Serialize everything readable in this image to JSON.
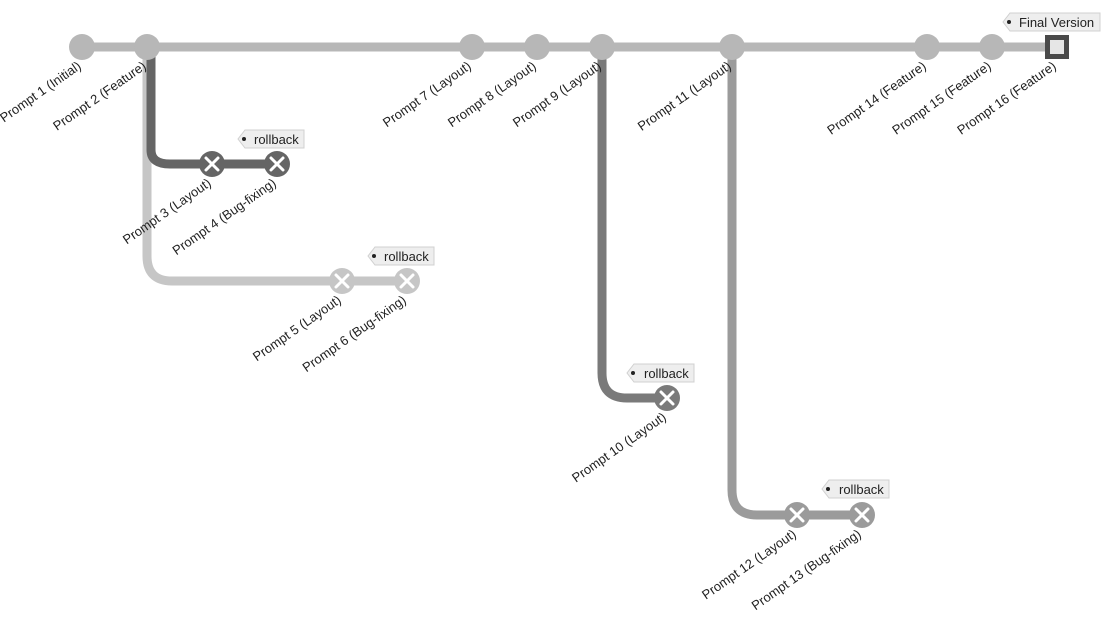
{
  "diagram": {
    "type": "commit-graph",
    "colors": {
      "main": "#b7b7b7",
      "branch_light": "#c6c6c6",
      "branch_dark": "#656565",
      "branch_mid": "#7a7a7a",
      "branch_gray": "#9b9b9b",
      "final_node": "#4a4a4a",
      "tag_fill": "#eeeeee",
      "tag_stroke": "#d0d0d0"
    },
    "nodes": [
      {
        "id": "p1",
        "label": "Prompt 1 (Initial)",
        "state": "normal"
      },
      {
        "id": "p2",
        "label": "Prompt 2 (Feature)",
        "state": "normal"
      },
      {
        "id": "p3",
        "label": "Prompt 3 (Layout)",
        "state": "rolled-back"
      },
      {
        "id": "p4",
        "label": "Prompt 4 (Bug-fixing)",
        "state": "rolled-back"
      },
      {
        "id": "p5",
        "label": "Prompt 5 (Layout)",
        "state": "rolled-back"
      },
      {
        "id": "p6",
        "label": "Prompt 6 (Bug-fixing)",
        "state": "rolled-back"
      },
      {
        "id": "p7",
        "label": "Prompt 7 (Layout)",
        "state": "normal"
      },
      {
        "id": "p8",
        "label": "Prompt 8 (Layout)",
        "state": "normal"
      },
      {
        "id": "p9",
        "label": "Prompt 9 (Layout)",
        "state": "normal"
      },
      {
        "id": "p10",
        "label": "Prompt 10 (Layout)",
        "state": "rolled-back"
      },
      {
        "id": "p11",
        "label": "Prompt 11 (Layout)",
        "state": "normal"
      },
      {
        "id": "p12",
        "label": "Prompt 12 (Layout)",
        "state": "rolled-back"
      },
      {
        "id": "p13",
        "label": "Prompt 13 (Bug-fixing)",
        "state": "rolled-back"
      },
      {
        "id": "p14",
        "label": "Prompt 14 (Feature)",
        "state": "normal"
      },
      {
        "id": "p15",
        "label": "Prompt 15 (Feature)",
        "state": "normal"
      },
      {
        "id": "p16",
        "label": "Prompt 16 (Feature)",
        "state": "final"
      }
    ],
    "tags": [
      {
        "id": "t1",
        "text": "rollback"
      },
      {
        "id": "t2",
        "text": "rollback"
      },
      {
        "id": "t3",
        "text": "rollback"
      },
      {
        "id": "t4",
        "text": "rollback"
      },
      {
        "id": "t5",
        "text": "Final Version"
      }
    ]
  }
}
